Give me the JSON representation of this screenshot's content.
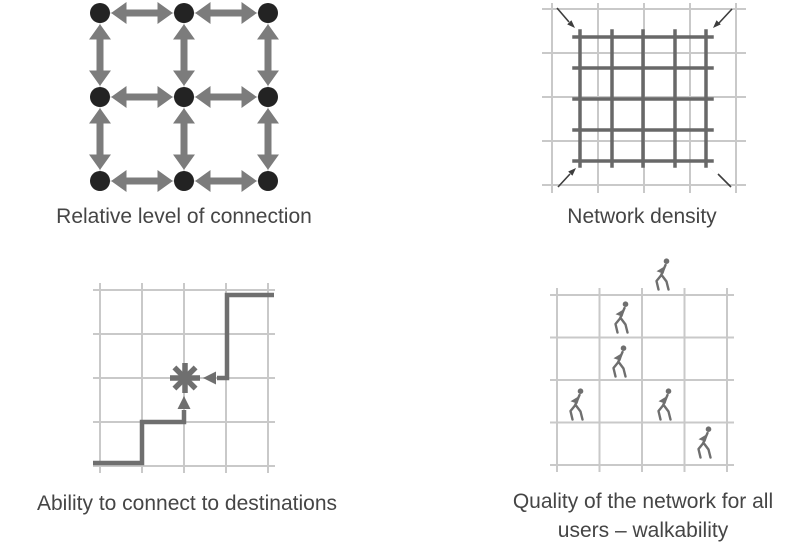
{
  "figure": {
    "panels": [
      {
        "id": "connection",
        "caption": "Relative level of connection"
      },
      {
        "id": "density",
        "caption": "Network density"
      },
      {
        "id": "destinations",
        "caption": "Ability to connect to destinations"
      },
      {
        "id": "walkability",
        "caption": "Quality of the network for all\nusers – walkability"
      }
    ]
  },
  "colors": {
    "background": "#ffffff",
    "node": "#232323",
    "arrow": "#7c7c7c",
    "lightGrid": "#c9c9c9",
    "denseGrid": "#686868",
    "path": "#6f6f6f",
    "cornerArrow": "#3d3d3d",
    "faintLink": "#dddddd",
    "caption": "#454545"
  }
}
